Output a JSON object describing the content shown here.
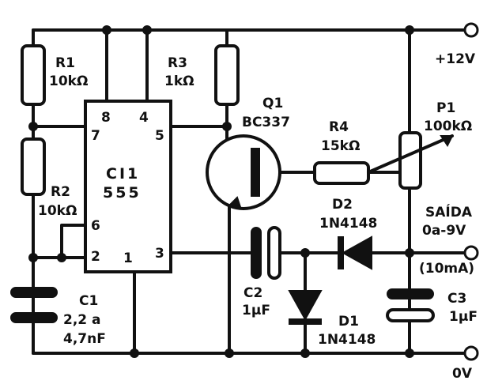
{
  "components": {
    "r1": {
      "ref": "R1",
      "value": "10kΩ"
    },
    "r2": {
      "ref": "R2",
      "value": "10kΩ"
    },
    "r3": {
      "ref": "R3",
      "value": "1kΩ"
    },
    "r4": {
      "ref": "R4",
      "value": "15kΩ"
    },
    "p1": {
      "ref": "P1",
      "value": "100kΩ"
    },
    "q1": {
      "ref": "Q1",
      "value": "BC337"
    },
    "ci1": {
      "ref": "CI1",
      "value": "555"
    },
    "c1": {
      "ref": "C1",
      "value_line1": "2,2 a",
      "value_line2": "4,7nF"
    },
    "c2": {
      "ref": "C2",
      "value": "1µF"
    },
    "c3": {
      "ref": "C3",
      "value": "1µF"
    },
    "d1": {
      "ref": "D1",
      "value": "1N4148"
    },
    "d2": {
      "ref": "D2",
      "value": "1N4148"
    }
  },
  "pins": {
    "p1": "1",
    "p2": "2",
    "p3": "3",
    "p4": "4",
    "p5": "5",
    "p6": "6",
    "p7": "7",
    "p8": "8"
  },
  "terminals": {
    "supply": "+12V",
    "output_label": "SAÍDA",
    "output_range": "0a-9V",
    "output_current": "(10mA)",
    "ground": "0V"
  }
}
